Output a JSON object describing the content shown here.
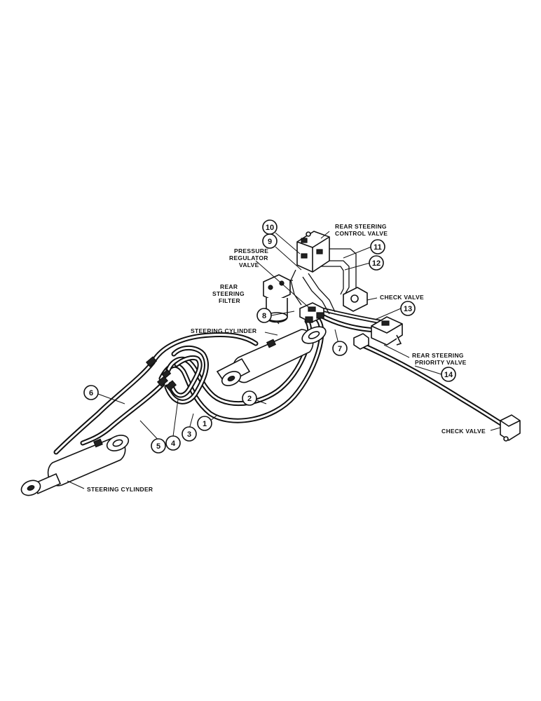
{
  "labels": {
    "rear_steering_control_valve_line1": "REAR STEERING",
    "rear_steering_control_valve_line2": "CONTROL VALVE",
    "pressure_regulator_valve_line1": "PRESSURE",
    "pressure_regulator_valve_line2": "REGULATOR",
    "pressure_regulator_valve_line3": "VALVE",
    "rear_steering_filter_line1": "REAR",
    "rear_steering_filter_line2": "STEERING",
    "rear_steering_filter_line3": "FILTER",
    "check_valve_upper": "CHECK VALVE",
    "steering_cylinder_upper": "STEERING CYLINDER",
    "rear_steering_priority_valve_line1": "REAR STEERING",
    "rear_steering_priority_valve_line2": "PRIORITY VALVE",
    "check_valve_lower": "CHECK VALVE",
    "steering_cylinder_lower": "STEERING CYLINDER"
  },
  "callouts": [
    "1",
    "2",
    "3",
    "4",
    "5",
    "6",
    "7",
    "8",
    "9",
    "10",
    "11",
    "12",
    "13",
    "14"
  ]
}
